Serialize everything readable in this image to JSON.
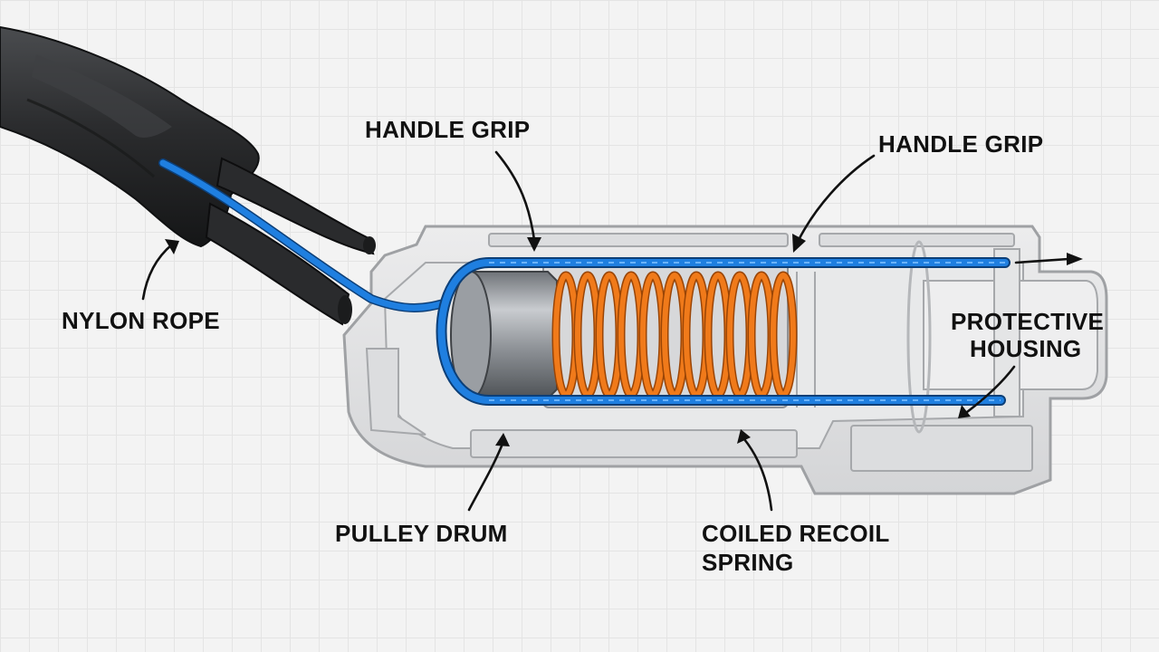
{
  "diagram": {
    "labels": {
      "handle_grip_1": "HANDLE GRIP",
      "handle_grip_2": "HANDLE GRIP",
      "nylon_rope": "NYLON ROPE",
      "protective_housing_line1": "PROTECTIVE",
      "protective_housing_line2": "HOUSING",
      "pulley_drum": "PULLEY DRUM",
      "coiled_recoil_spring_line1": "COILED RECOIL",
      "coiled_recoil_spring_line2": "SPRING"
    },
    "colors": {
      "rope": "#1f7fe0",
      "spring": "#f07a1a",
      "handle": "#2a2b2d",
      "housing": "#d9dadc",
      "drum": "#8d9196",
      "background": "#f3f3f3"
    }
  }
}
